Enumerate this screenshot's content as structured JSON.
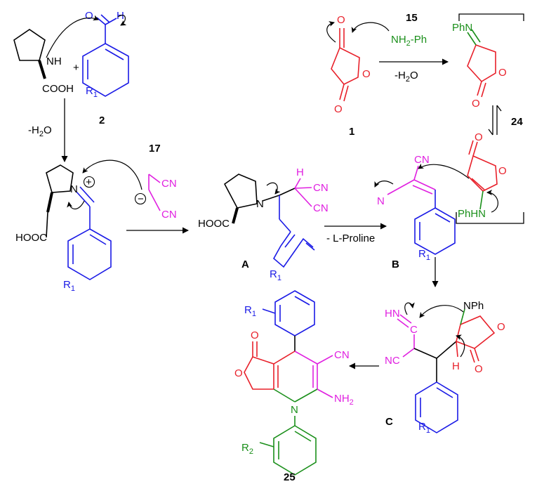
{
  "colors": {
    "black": "#000000",
    "red": "#e8202a",
    "blue": "#1a1ae6",
    "magenta": "#e020e0",
    "green": "#1a8f1a"
  },
  "compounds": {
    "proline": {
      "nh": "NH",
      "cooh": "COOH"
    },
    "aldehyde": {
      "label": "2",
      "o": "O",
      "h": "H",
      "r": "R",
      "r_sub": "1"
    },
    "plus": "+",
    "iminium": {
      "cooc": "HOOC",
      "n": "N",
      "charge": "+",
      "r": "R",
      "r_sub": "1"
    },
    "malononitrile": {
      "label": "17",
      "cn1": "CN",
      "cn2": "CN",
      "charge": "−"
    },
    "intermediate_a": {
      "label": "A",
      "n": "N",
      "cooc": "HOOC",
      "h": "H",
      "cn1": "CN",
      "cn2": "CN",
      "r": "R",
      "r_sub": "1"
    },
    "tetronic": {
      "label": "1",
      "o1": "O",
      "o2": "O",
      "o3": "O"
    },
    "aniline": {
      "label": "15",
      "text": "NH",
      "sub": "2",
      "tail": "-Ph"
    },
    "imine": {
      "label": "24",
      "phn": "PhN",
      "o1": "O",
      "o2": "O"
    },
    "enamine": {
      "o1": "O",
      "o2": "O",
      "phhn": "PhHN"
    },
    "intermediate_b": {
      "label": "B",
      "cn": "CN",
      "n": "N",
      "r": "R",
      "r_sub": "1"
    },
    "intermediate_c": {
      "label": "C",
      "hn": "HN",
      "c": "C",
      "nc": "NC",
      "nph": "NPh",
      "o1": "O",
      "o2": "O",
      "h": "H",
      "r": "R",
      "r_sub": "1"
    },
    "product": {
      "label": "25",
      "r1": "R",
      "r1_sub": "1",
      "o1": "O",
      "o2": "O",
      "cn": "CN",
      "nh": "NH",
      "nh_sub": "2",
      "n": "N",
      "r2": "R",
      "r2_sub": "2"
    }
  },
  "conditions": {
    "water_loss_left": {
      "text": "-H",
      "sub": "2",
      "tail": "O"
    },
    "water_loss_right": {
      "text": "-H",
      "sub": "2",
      "tail": "O"
    },
    "proline_loss": "- L-Proline"
  }
}
